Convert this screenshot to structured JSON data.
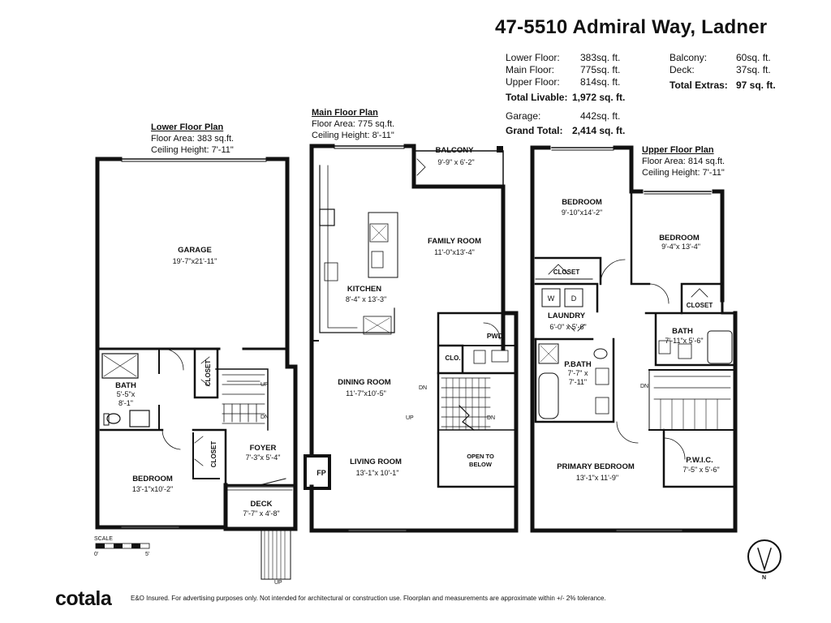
{
  "title": "47-5510 Admiral Way, Ladner",
  "areas": {
    "lower": {
      "label": "Lower Floor:",
      "value": "383",
      "unit": "sq. ft."
    },
    "main": {
      "label": "Main Floor:",
      "value": "775",
      "unit": "sq. ft."
    },
    "upper": {
      "label": "Upper Floor:",
      "value": "814",
      "unit": "sq. ft."
    },
    "total_livable": {
      "label": "Total Livable:",
      "value": "1,972 sq. ft."
    },
    "garage": {
      "label": "Garage:",
      "value": "442",
      "unit": "sq. ft."
    },
    "grand_total": {
      "label": "Grand Total:",
      "value": "2,414 sq. ft."
    },
    "balcony": {
      "label": "Balcony:",
      "value": "60",
      "unit": "sq. ft."
    },
    "deck": {
      "label": "Deck:",
      "value": "37",
      "unit": "sq. ft."
    },
    "total_extras": {
      "label": "Total Extras:",
      "value": "97 sq. ft."
    }
  },
  "plans": {
    "lower": {
      "name": "Lower Floor Plan",
      "area": "Floor Area: 383 sq.ft.",
      "ceiling": "Ceiling Height: 7'-11\""
    },
    "main": {
      "name": "Main Floor Plan",
      "area": "Floor Area: 775 sq.ft.",
      "ceiling": "Ceiling Height: 8'-11\""
    },
    "upper": {
      "name": "Upper Floor Plan",
      "area": "Floor Area: 814 sq.ft.",
      "ceiling": "Ceiling Height: 7'-11\""
    }
  },
  "rooms": {
    "garage": {
      "name": "GARAGE",
      "dim": "19'-7\"x21'-11\""
    },
    "bath_lower": {
      "name": "BATH",
      "dim1": "5'-5\"x",
      "dim2": "8'-1\""
    },
    "closet_lower_1": {
      "name": "CLOSET"
    },
    "closet_lower_2": {
      "name": "CLOSET"
    },
    "foyer": {
      "name": "FOYER",
      "dim": "7'-3\"x 5'-4\""
    },
    "bedroom_lower": {
      "name": "BEDROOM",
      "dim": "13'-1\"x10'-2\""
    },
    "deck": {
      "name": "DECK",
      "dim": "7'-7\" x 4'-8\""
    },
    "balcony": {
      "name": "BALCONY",
      "dim": "9'-9\" x 6'-2\""
    },
    "family_room": {
      "name": "FAMILY ROOM",
      "dim": "11'-0\"x13'-4\""
    },
    "kitchen": {
      "name": "KITCHEN",
      "dim": "8'-4\" x 13'-3\""
    },
    "pwd": {
      "name": "PWD."
    },
    "clo": {
      "name": "CLO."
    },
    "dining_room": {
      "name": "DINING ROOM",
      "dim": "11'-7\"x10'-5\""
    },
    "living_room": {
      "name": "LIVING ROOM",
      "dim": "13'-1\"x 10'-1\""
    },
    "open_to_below": {
      "name1": "OPEN TO",
      "name2": "BELOW"
    },
    "fp": {
      "name": "FP"
    },
    "bedroom_upper_1": {
      "name": "BEDROOM",
      "dim": "9'-10\"x14'-2\""
    },
    "bedroom_upper_2": {
      "name": "BEDROOM",
      "dim": "9'-4\"x 13'-4\""
    },
    "closet_upper_1": {
      "name": "CLOSET"
    },
    "closet_upper_2": {
      "name": "CLOSET"
    },
    "laundry": {
      "name": "LAUNDRY",
      "dim": "6'-0\" x 5'-6\""
    },
    "washer": {
      "name": "W"
    },
    "dryer": {
      "name": "D"
    },
    "bath_upper": {
      "name": "BATH",
      "dim": "7'-11\"x 5'-6\""
    },
    "pbath": {
      "name": "P.BATH",
      "dim1": "7'-7\" x",
      "dim2": "7'-11\""
    },
    "primary_bedroom": {
      "name": "PRIMARY BEDROOM",
      "dim": "13'-1\"x 11'-9\""
    },
    "pwic": {
      "name": "P.W.I.C.",
      "dim": "7'-5\" x 5'-6\""
    }
  },
  "stairs": {
    "up": "UP",
    "dn": "DN"
  },
  "scale": {
    "label": "SCALE",
    "start": "0'",
    "end": "5'"
  },
  "compass": {
    "north": "N"
  },
  "footer": {
    "logo": "cotala",
    "disclaimer": "E&O Insured. For advertising purposes only. Not intended for architectural or construction use. Floorplan and measurements are approximate within +/- 2% tolerance."
  }
}
